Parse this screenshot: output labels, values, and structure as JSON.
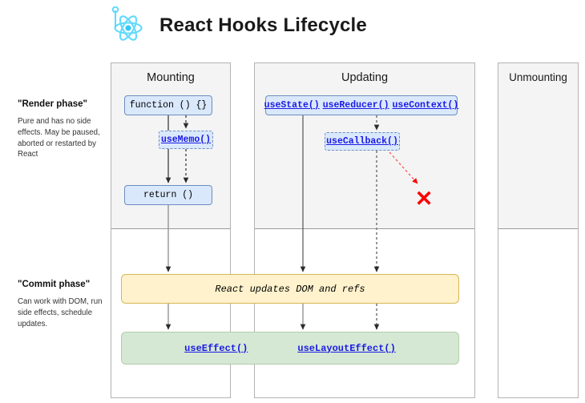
{
  "header": {
    "title": "React Hooks Lifecycle",
    "logo_icon": "react-atom-logo-icon"
  },
  "phases": [
    {
      "id": "render",
      "title": "\"Render phase\"",
      "description": "Pure and has no side effects. May be paused, aborted or restarted by React"
    },
    {
      "id": "commit",
      "title": "\"Commit phase\"",
      "description": "Can work with DOM, run side effects, schedule updates."
    }
  ],
  "columns": [
    {
      "id": "mounting",
      "title": "Mounting"
    },
    {
      "id": "updating",
      "title": "Updating"
    },
    {
      "id": "unmounting",
      "title": "Unmounting"
    }
  ],
  "nodes": {
    "function": {
      "label": "function () {}",
      "style": "solid"
    },
    "usememo": {
      "label": "useMemo()",
      "style": "dashed"
    },
    "return": {
      "label": "return ()",
      "style": "solid"
    },
    "usestate": {
      "label": "useState()",
      "style": "solid"
    },
    "usereducer": {
      "label": "useReducer()",
      "style": "solid"
    },
    "usecontext": {
      "label": "useContext()",
      "style": "solid"
    },
    "usecallback": {
      "label": "useCallback()",
      "style": "dashed"
    }
  },
  "commit_boxes": {
    "dom_update": "React updates DOM and refs",
    "use_effect": "useEffect()",
    "use_layout_effect": "useLayoutEffect()"
  },
  "annotations": {
    "blocked_marker": "✕",
    "blocked_marker_name": "red-x-blocked-icon"
  },
  "colors": {
    "node_fill": "#dae8fc",
    "node_border": "#6c8ebf",
    "link_text": "#1a1ae6",
    "dom_box_fill": "#fff2cc",
    "dom_box_border": "#d6b656",
    "effect_box_fill": "#d5e8d4",
    "effect_box_border": "#b3cda8",
    "phase_band": "#f4f4f4",
    "blocked": "#ff0000",
    "logo": "#61dafb"
  }
}
